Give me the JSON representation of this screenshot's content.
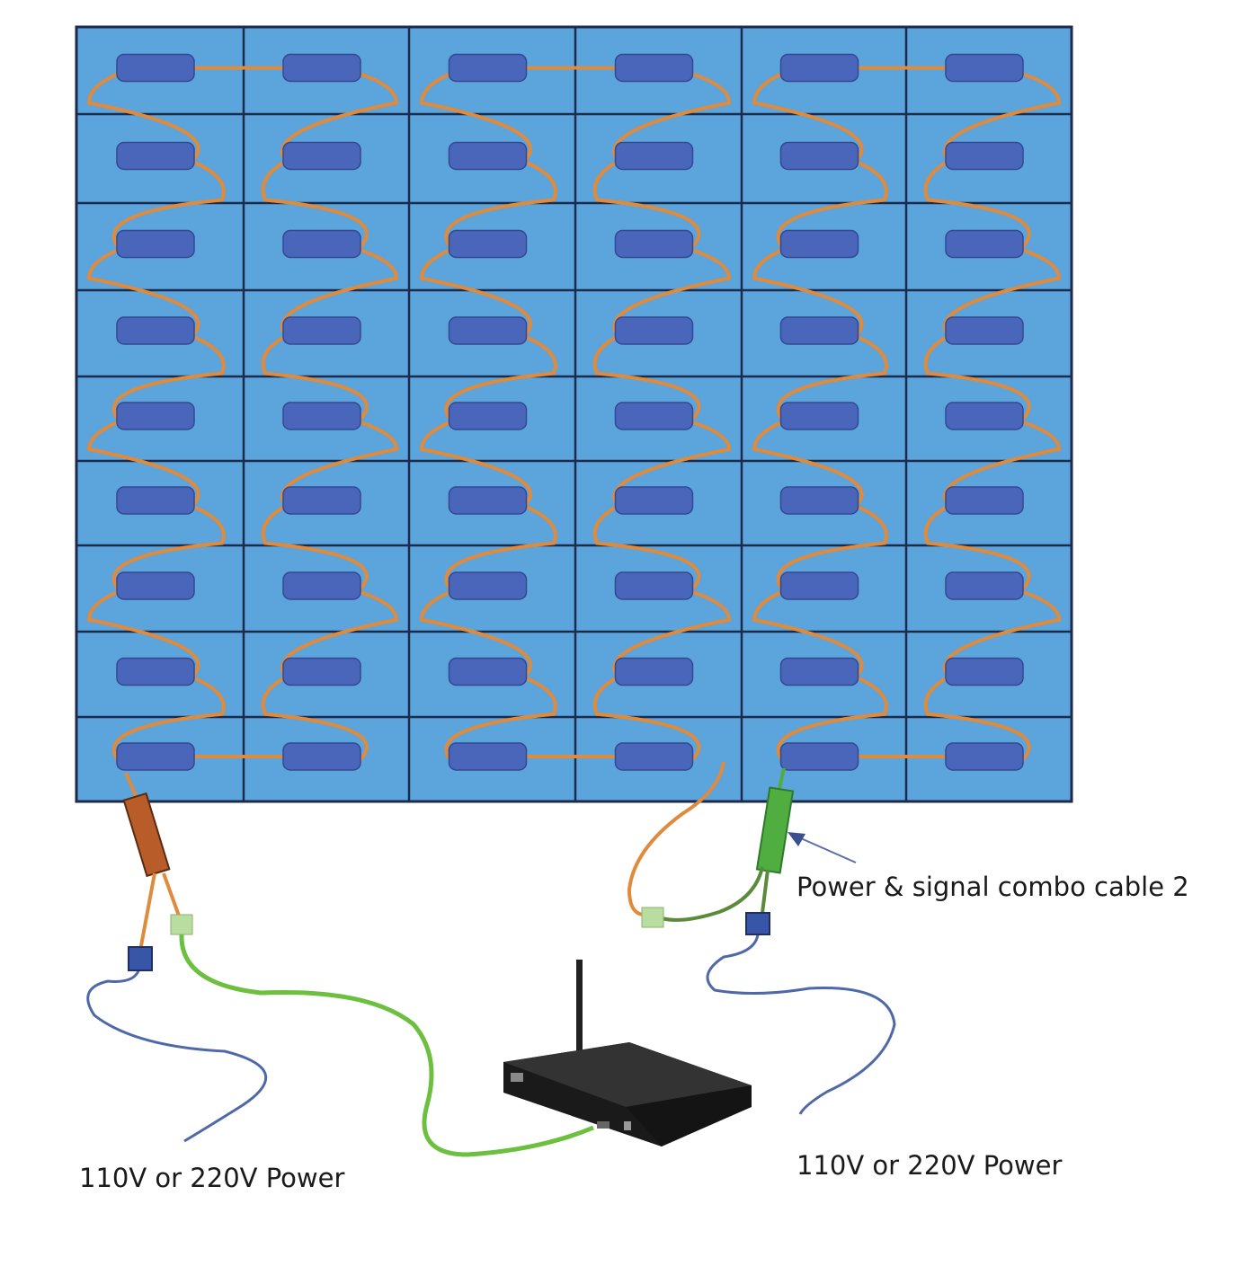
{
  "labels": {
    "power_left": "110V or 220V Power",
    "power_right": "110V or 220V Power",
    "combo_cable": "Power & signal combo cable 2"
  },
  "wall": {
    "columns": 6,
    "rows": 9
  },
  "colors": {
    "panel": "#5ba4dc",
    "panel_border": "#1c2a4c",
    "module": "#4a66ba",
    "power_cable": "#e08a3c",
    "signal_cable": "#6cbf3f",
    "mains_cable": "#4f69a8",
    "combo_cable_sleeve_left": "#b85d2a",
    "combo_cable_sleeve_right": "#4fae3f",
    "power_connector": "#3856a8",
    "signal_connector": "#b9dca0",
    "controller": "#1f1f1f"
  },
  "icons": {
    "controller": "media-player-box-icon",
    "annotation_arrow": "arrow-icon"
  }
}
